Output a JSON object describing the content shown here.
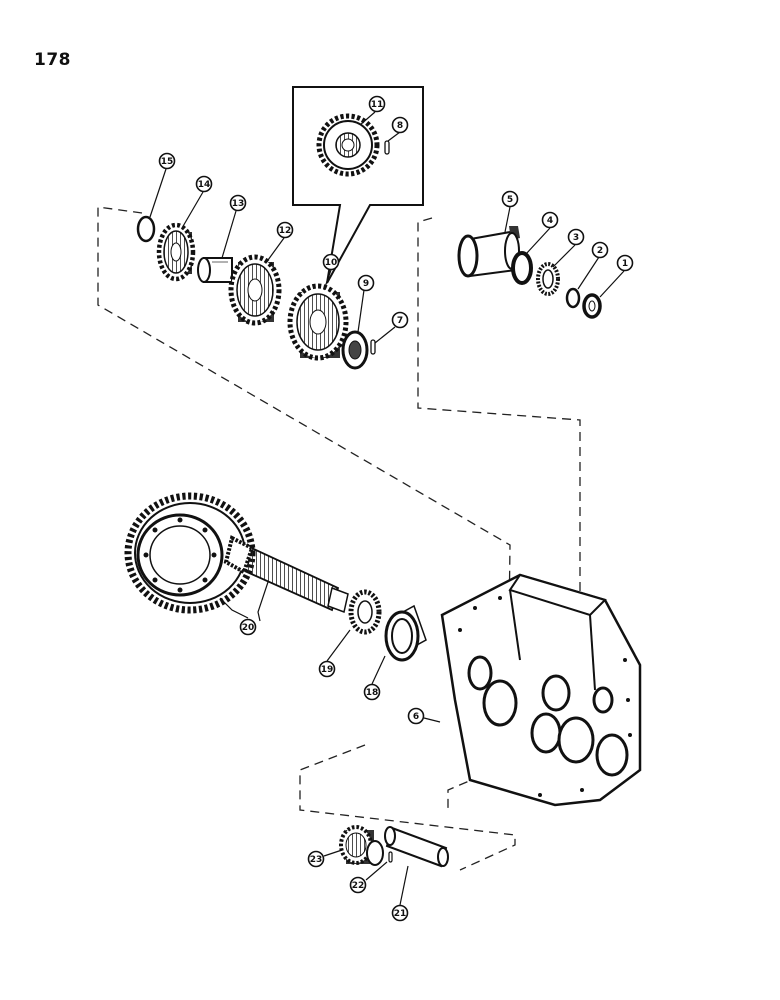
{
  "page_number": "178",
  "callouts": [
    {
      "label": "1"
    },
    {
      "label": "2"
    },
    {
      "label": "3"
    },
    {
      "label": "4"
    },
    {
      "label": "5"
    },
    {
      "label": "6"
    },
    {
      "label": "7"
    },
    {
      "label": "8"
    },
    {
      "label": "9"
    },
    {
      "label": "10"
    },
    {
      "label": "11"
    },
    {
      "label": "12"
    },
    {
      "label": "13"
    },
    {
      "label": "14"
    },
    {
      "label": "15"
    },
    {
      "label": "18"
    },
    {
      "label": "19"
    },
    {
      "label": "20"
    },
    {
      "label": "21"
    },
    {
      "label": "22"
    },
    {
      "label": "23"
    }
  ]
}
